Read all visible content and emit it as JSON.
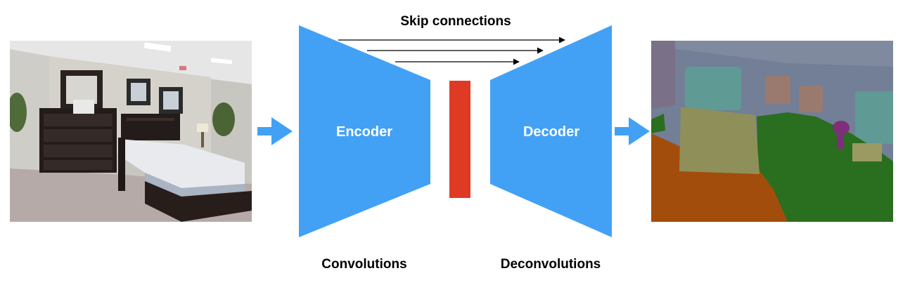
{
  "labels": {
    "skip_connections": "Skip connections",
    "encoder": "Encoder",
    "decoder": "Decoder",
    "convolutions": "Convolutions",
    "deconvolutions": "Deconvolutions"
  },
  "colors": {
    "network_blue": "#42a1f5",
    "bottleneck_red": "#de3a24",
    "arrow_black": "#000000",
    "seg_wall": "#727f96",
    "seg_floor": "#a24d0c",
    "seg_bed": "#2a6e1f",
    "seg_headboard": "#8f8f5a",
    "seg_picture": "#9a7a6e",
    "seg_teal": "#5f9a94"
  },
  "icons": {
    "input_photo": "bedroom-photo-icon",
    "output_segmentation": "segmentation-map-icon"
  }
}
